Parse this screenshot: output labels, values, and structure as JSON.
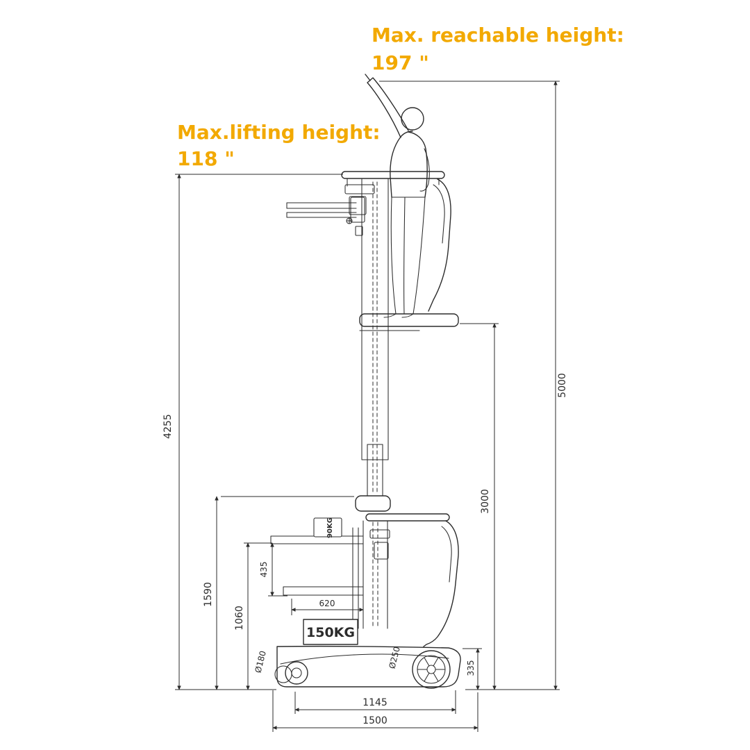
{
  "colors": {
    "background": "#FFFFFF",
    "line": "#2B2B2B",
    "accent": "#F2A900"
  },
  "annotations": {
    "max_reachable": {
      "label": "Max. reachable height:",
      "value": "197 \""
    },
    "max_lifting": {
      "label": "Max.lifting height:",
      "value": "118 \""
    }
  },
  "dimensions": {
    "overall_height": "5000",
    "lifting_height": "4255",
    "platform_height": "3000",
    "mast_cap_height": "1590",
    "tray_height": "1060",
    "fork_spacing": "435",
    "body_width": "620",
    "chassis_height": "335",
    "wheelbase": "1145",
    "overall_length": "1500"
  },
  "labels": {
    "capacity": "150KG",
    "tray_capacity": "90KG",
    "front_wheel": "Ø180",
    "rear_wheel": "Ø250"
  }
}
